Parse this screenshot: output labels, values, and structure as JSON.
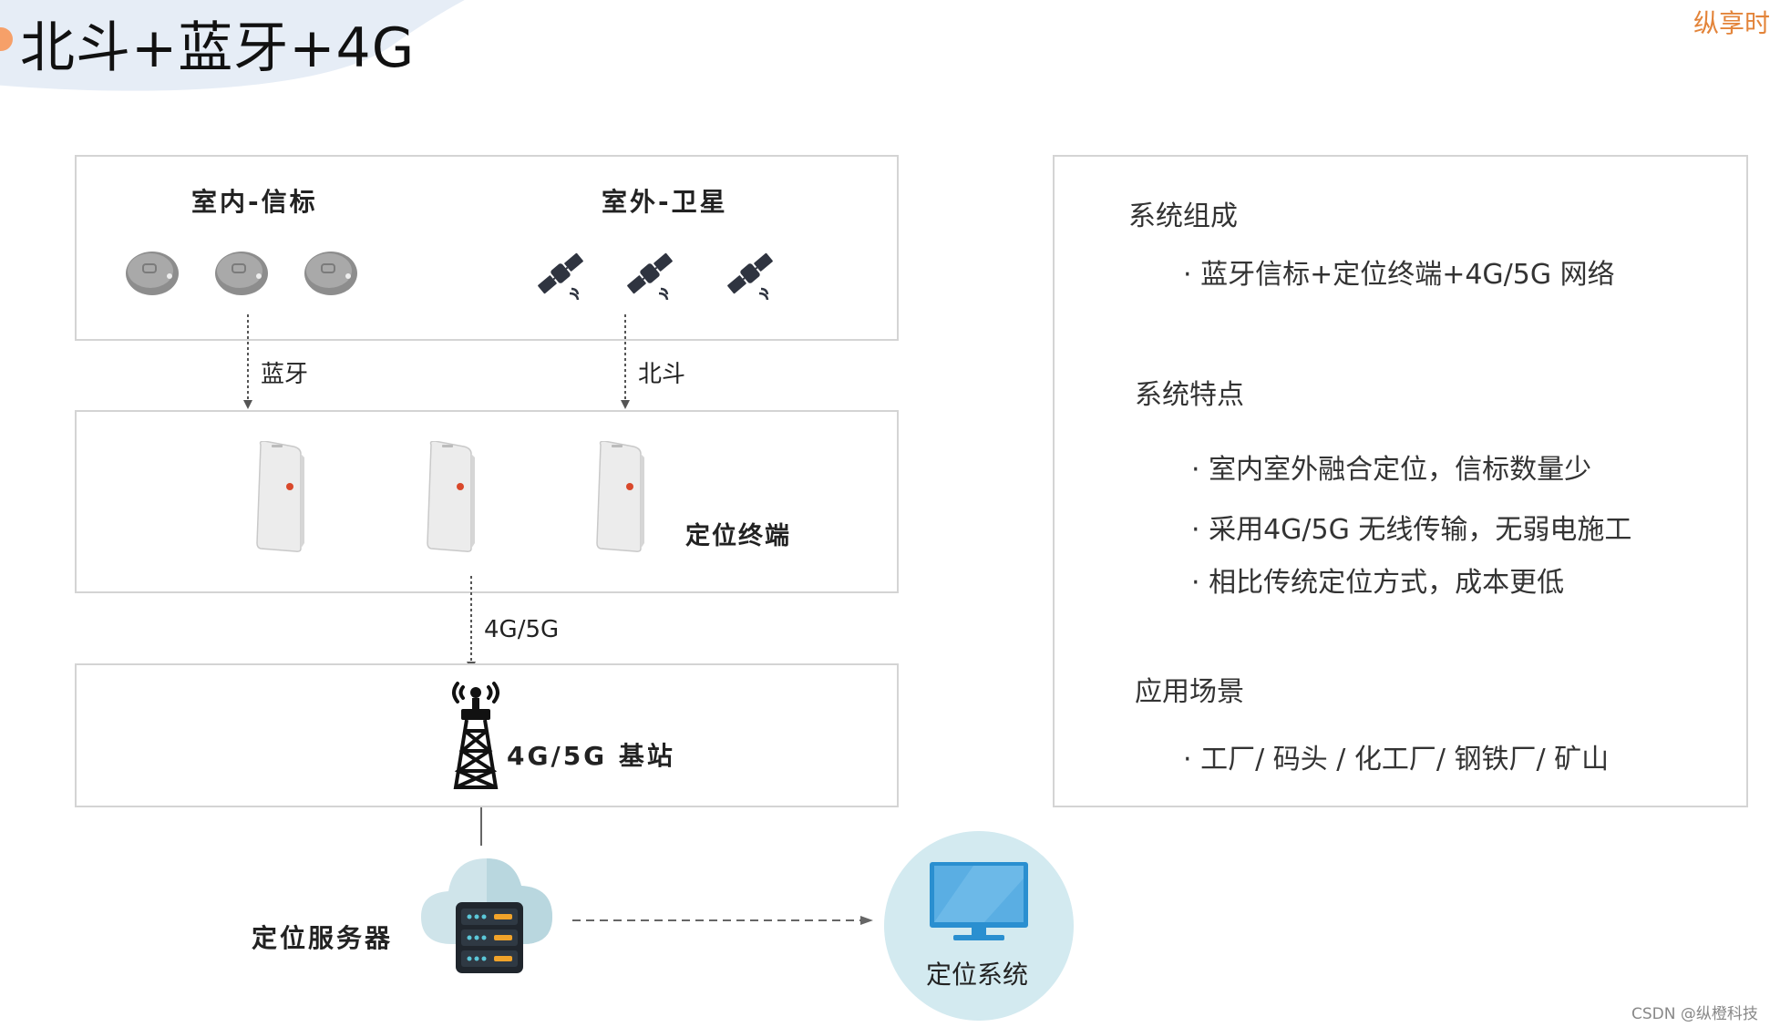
{
  "header": {
    "title": "北斗+蓝牙+4G",
    "brand": "纵享时"
  },
  "diagram": {
    "indoor_label": "室内-信标",
    "outdoor_label": "室外-卫星",
    "bluetooth_label": "蓝牙",
    "beidou_label": "北斗",
    "terminal_label": "定位终端",
    "network_label": "4G/5G",
    "base_station_label": "4G/5G 基站",
    "server_label": "定位服务器",
    "system_label": "定位系统"
  },
  "info": {
    "composition_title": "系统组成",
    "composition_items": [
      "· 蓝牙信标+定位终端+4G/5G 网络"
    ],
    "features_title": "系统特点",
    "features_items": [
      "· 室内室外融合定位，信标数量少",
      "· 采用4G/5G 无线传输，无弱电施工",
      "· 相比传统定位方式，成本更低"
    ],
    "scenes_title": "应用场景",
    "scenes_items": [
      "· 工厂/ 码头 / 化工厂/ 钢铁厂/ 矿山"
    ]
  },
  "footer": {
    "watermark": "CSDN @纵橙科技"
  },
  "colors": {
    "accent_orange": "#e3843a",
    "title_blob": "#e6edf6",
    "box_border": "#d4d4d4",
    "cloud": "#cfe4ea",
    "monitor_circle": "#d3eaf0",
    "monitor_screen": "#5aaee3"
  },
  "icons": {
    "beacon": "beacon-icon",
    "satellite": "satellite-icon",
    "terminal": "terminal-device-icon",
    "tower": "cell-tower-icon",
    "server": "server-icon",
    "cloud": "cloud-icon",
    "monitor": "monitor-icon"
  }
}
